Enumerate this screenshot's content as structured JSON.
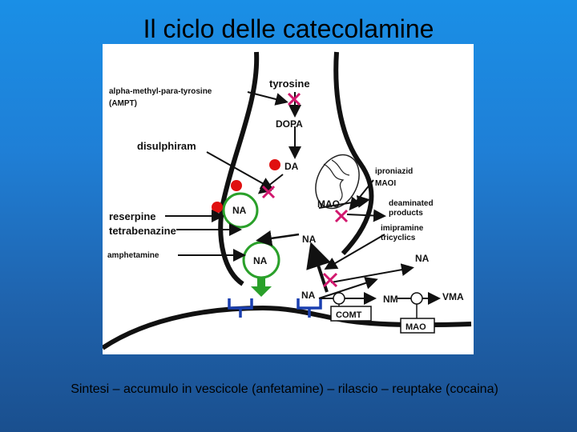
{
  "slide": {
    "title": "Il ciclo delle catecolamine",
    "caption": "Sintesi – accumulo in vescicole (anfetamine) – rilascio – reuptake (cocaina)"
  },
  "diagram": {
    "labels": {
      "tyrosine": "tyrosine",
      "ampt_line1": "alpha-methyl-para-tyrosine",
      "ampt_line2": "(AMPT)",
      "dopa": "DOPA",
      "disulphiram": "disulphiram",
      "da": "DA",
      "iproniazid": "iproniazid",
      "maoi": "MAOI",
      "mao_inner": "MAO",
      "deaminated_line1": "deaminated",
      "deaminated_line2": "products",
      "na_vesicle": "NA",
      "reserpine": "reserpine",
      "tetrabenazine": "tetrabenazine",
      "imipramine_line1": "imipramine",
      "imipramine_line2": "tricyclics",
      "na_mid": "NA",
      "amphetamine": "amphetamine",
      "na_release": "NA",
      "na_right": "NA",
      "na_cleft": "NA",
      "nm": "NM",
      "vma": "VMA",
      "comt": "COMT",
      "mao_box": "MAO"
    },
    "colors": {
      "block_mark": "#d2186e",
      "dot": "#e01010",
      "vesicle_stroke": "#2aa02a",
      "receptor": "#1a3fb0",
      "membrane": "#111111"
    }
  }
}
